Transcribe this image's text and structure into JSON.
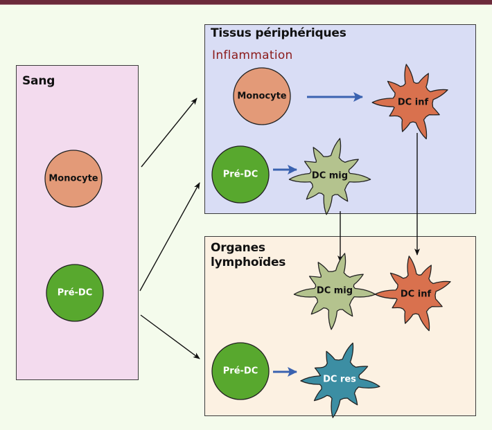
{
  "compartments": {
    "blood": {
      "title": "Sang",
      "fill": "#f3dbee"
    },
    "tissue": {
      "title": "Tissus périphériques",
      "subtitle": "Inflammation",
      "fill": "#d9ddf5",
      "subtitle_color": "#8b1a1a"
    },
    "lymph": {
      "title": "Organes lymphoïdes",
      "fill": "#fcf1e2"
    }
  },
  "colors": {
    "monocyte": "#e39a78",
    "pre_dc": "#58a82e",
    "dc_inf": "#d9714e",
    "dc_mig": "#b4c38e",
    "dc_res": "#3c8ea3",
    "arrow_black": "#111111",
    "arrow_blue": "#3a62b0",
    "top_bar": "#6b2a3a"
  },
  "cells": [
    {
      "id": "blood-monocyte",
      "label": "Monocyte",
      "type": "circle",
      "kind": "monocyte",
      "compartment": "blood",
      "label_color": "#111111"
    },
    {
      "id": "blood-pre-dc",
      "label": "Pré-DC",
      "type": "circle",
      "kind": "pre_dc",
      "compartment": "blood",
      "label_color": "#ffffff"
    },
    {
      "id": "tissue-monocyte",
      "label": "Monocyte",
      "type": "circle",
      "kind": "monocyte",
      "compartment": "tissue",
      "label_color": "#111111"
    },
    {
      "id": "tissue-dc-inf",
      "label": "DC inf",
      "type": "star",
      "kind": "dc_inf",
      "compartment": "tissue",
      "label_color": "#111111"
    },
    {
      "id": "tissue-pre-dc",
      "label": "Pré-DC",
      "type": "circle",
      "kind": "pre_dc",
      "compartment": "tissue",
      "label_color": "#ffffff"
    },
    {
      "id": "tissue-dc-mig",
      "label": "DC mig",
      "type": "star",
      "kind": "dc_mig",
      "compartment": "tissue",
      "label_color": "#111111"
    },
    {
      "id": "lymph-dc-mig",
      "label": "DC mig",
      "type": "star",
      "kind": "dc_mig",
      "compartment": "lymph",
      "label_color": "#111111"
    },
    {
      "id": "lymph-dc-inf",
      "label": "DC inf",
      "type": "star",
      "kind": "dc_inf",
      "compartment": "lymph",
      "label_color": "#111111"
    },
    {
      "id": "lymph-pre-dc",
      "label": "Pré-DC",
      "type": "circle",
      "kind": "pre_dc",
      "compartment": "lymph",
      "label_color": "#ffffff"
    },
    {
      "id": "lymph-dc-res",
      "label": "DC res",
      "type": "star",
      "kind": "dc_res",
      "compartment": "lymph",
      "label_color": "#ffffff"
    }
  ],
  "edges": [
    {
      "from": "blood-monocyte",
      "to": "tissue",
      "style": "black",
      "meaning": "migration"
    },
    {
      "from": "blood-pre-dc",
      "to": "tissue",
      "style": "black",
      "meaning": "migration"
    },
    {
      "from": "blood-pre-dc",
      "to": "lymph",
      "style": "black",
      "meaning": "migration"
    },
    {
      "from": "tissue-monocyte",
      "to": "tissue-dc-inf",
      "style": "blue",
      "meaning": "differentiation"
    },
    {
      "from": "tissue-pre-dc",
      "to": "tissue-dc-mig",
      "style": "blue",
      "meaning": "differentiation"
    },
    {
      "from": "tissue-dc-mig",
      "to": "lymph-dc-mig",
      "style": "black",
      "meaning": "migration"
    },
    {
      "from": "tissue-dc-inf",
      "to": "lymph-dc-inf",
      "style": "black",
      "meaning": "migration"
    },
    {
      "from": "lymph-pre-dc",
      "to": "lymph-dc-res",
      "style": "blue",
      "meaning": "differentiation"
    }
  ]
}
